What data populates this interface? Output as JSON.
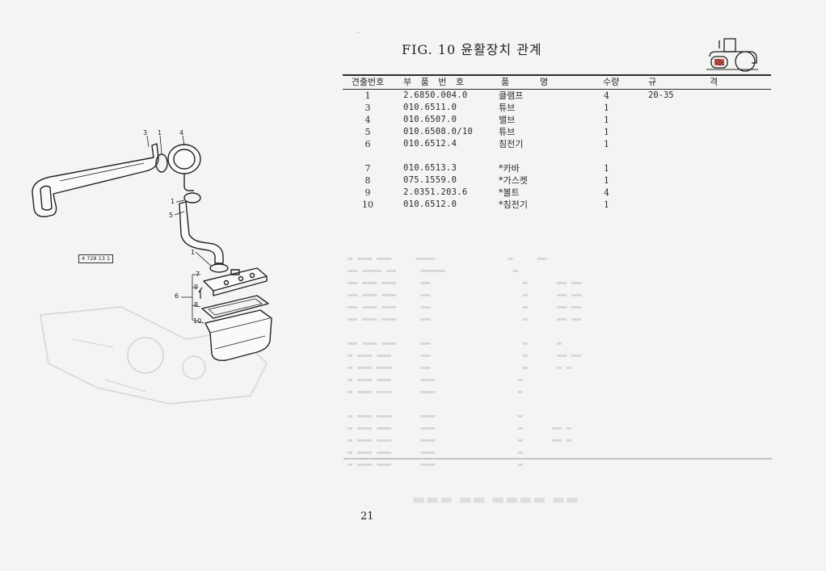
{
  "figure": {
    "title": "FIG. 10 윤활장치 관계",
    "page_number": "21",
    "reference_code": "4 728 13 1"
  },
  "table": {
    "headers": {
      "no": "견출번호",
      "part_number": "부 품 번 호",
      "name_left": "품",
      "name_right": "명",
      "qty": "수량",
      "spec_left": "규",
      "spec_right": "격"
    },
    "rows": [
      {
        "no": "1",
        "part_number": "2.6850.004.0",
        "name": "클램프",
        "qty": "4",
        "spec": "20-35"
      },
      {
        "no": "3",
        "part_number": "010.6511.0",
        "name": "튜브",
        "qty": "1",
        "spec": ""
      },
      {
        "no": "4",
        "part_number": "010.6507.0",
        "name": "밸브",
        "qty": "1",
        "spec": ""
      },
      {
        "no": "5",
        "part_number": "010.6508.0/10",
        "name": "튜브",
        "qty": "1",
        "spec": ""
      },
      {
        "no": "6",
        "part_number": "010.6512.4",
        "name": "침전기",
        "qty": "1",
        "spec": ""
      },
      {
        "no": "7",
        "part_number": "010.6513.3",
        "name": "*카바",
        "qty": "1",
        "spec": ""
      },
      {
        "no": "8",
        "part_number": "075.1559.0",
        "name": "*가스켓",
        "qty": "1",
        "spec": ""
      },
      {
        "no": "9",
        "part_number": "2.0351.203.6",
        "name": "*볼트",
        "qty": "4",
        "spec": ""
      },
      {
        "no": "10",
        "part_number": "010.6512.0",
        "name": "*침전기",
        "qty": "1",
        "spec": ""
      }
    ]
  },
  "callouts": {
    "c3": "3",
    "c1_top": "1",
    "c4": "4",
    "c1_mid": "1",
    "c5": "5",
    "c1_low": "1",
    "c7": "7",
    "c9": "9",
    "c6": "6",
    "c8": "8",
    "c10": "10"
  }
}
